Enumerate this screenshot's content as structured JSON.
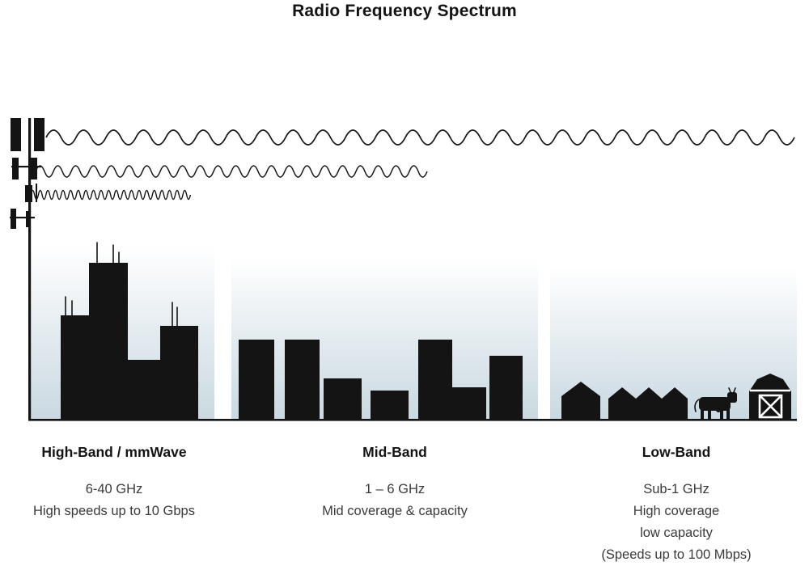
{
  "title": "Radio Frequency Spectrum",
  "bands": [
    {
      "id": "high-band",
      "label": "High-Band / mmWave",
      "lines": [
        "6-40 GHz",
        "High speeds up to 10 Gbps"
      ]
    },
    {
      "id": "mid-band",
      "label": "Mid-Band",
      "lines": [
        "1 – 6 GHz",
        "Mid coverage & capacity"
      ]
    },
    {
      "id": "low-band",
      "label": "Low-Band",
      "lines": [
        "Sub-1 GHz",
        "High coverage",
        "low capacity",
        "(Speeds up to 100 Mbps)"
      ]
    }
  ],
  "colors": {
    "ink": "#141414",
    "text": "#3a3a3a",
    "gradient_top": "#ffffff",
    "gradient_bottom": "#c9d8e1"
  },
  "icons": {
    "tower": "cell-tower-icon",
    "waves": [
      "long-wavelength-wave",
      "medium-wavelength-wave",
      "short-wavelength-wave"
    ],
    "scenes": [
      "city-skyline",
      "town-skyline",
      "rural-houses",
      "cow-icon",
      "barn-icon"
    ]
  }
}
